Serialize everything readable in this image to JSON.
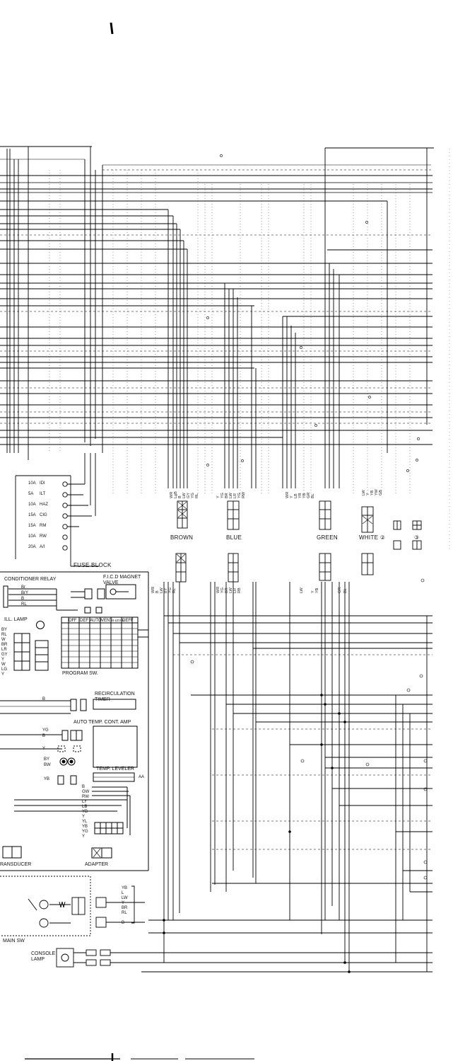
{
  "fuse_block": {
    "label": "FUSE BLOCK",
    "fuses": [
      {
        "amp": "10A",
        "circuit": "IDI"
      },
      {
        "amp": "5A",
        "circuit": "ILT"
      },
      {
        "amp": "10A",
        "circuit": "HAZ"
      },
      {
        "amp": "15A",
        "circuit": "CIG"
      },
      {
        "amp": "15A",
        "circuit": "RM"
      },
      {
        "amp": "10A",
        "circuit": "RW"
      },
      {
        "amp": "20A",
        "circuit": "A/I"
      }
    ]
  },
  "connectors": {
    "brown": "BROWN",
    "blue": "BLUE",
    "green": "GREEN",
    "white": "WHITE ②",
    "circle_3": "③"
  },
  "components": {
    "ac_relay": "CONDITIONER RELAY",
    "fico_magnet_valve": "F.I.C.D MAGNET VALVE",
    "ill_lamp": "ILL. LAMP",
    "program_sw": "PROGRAM SW.",
    "recirculation_timer": "RECIRCULATION TIMER",
    "auto_temp_cont_amp": "AUTO  TEMP. CONT. AMP",
    "temp_leveler": "TEMP. LEVELER",
    "transducer": "RANSDUCER",
    "adapter": "ADAPTER",
    "main_sw": "MAIN  SW",
    "console_lamp": "CONSOLE LAMP",
    "ac_badge": "AA"
  },
  "wire_codes": {
    "brown_top": [
      "WR",
      "LgB",
      "B",
      "LW",
      "GY",
      "YG",
      "RL"
    ],
    "blue_top": [
      "Y",
      "YG",
      "BR",
      "LW",
      "LR",
      "YG",
      "RW"
    ],
    "green_top": [
      "WR",
      "Y",
      "LB",
      "YR",
      "YB",
      "GR",
      "BL"
    ],
    "white_top": [
      "LW",
      "Y",
      "YB",
      "YW",
      "GB"
    ],
    "brown_bottom": [
      "WR",
      "B",
      "LW",
      "BY",
      "YG",
      "RL"
    ],
    "blue_bottom": [
      "WR",
      "YG",
      "BR",
      "LW",
      "LR",
      "RB"
    ],
    "green_bottom": [
      "LW",
      "Y",
      "YB",
      "GR",
      "BL"
    ],
    "ac_relay_wires": [
      "Br",
      "BrY",
      "B",
      "RL"
    ],
    "program_wires": [
      "BY",
      "RL",
      "W",
      "BR",
      "LR",
      "GY",
      "Y",
      "W",
      "LG",
      "Y"
    ],
    "amp_wires": [
      "B",
      "YG",
      "B",
      "Y"
    ],
    "leveler_wires": [
      "BY",
      "BW",
      "YB"
    ],
    "adapter_wires": [
      "B",
      "GW",
      "RW",
      "LY",
      "LB",
      "YB",
      "Y",
      "YL",
      "YB",
      "YG",
      "Y"
    ],
    "main_sw_wires": [
      "YB",
      "L",
      "LW",
      "Y",
      "BR",
      "RL",
      "B"
    ]
  },
  "program_table": {
    "headers": [
      "OFF",
      "DEF",
      "AUTO",
      "VENT",
      "BI-LEVEL",
      "DEFF"
    ]
  }
}
